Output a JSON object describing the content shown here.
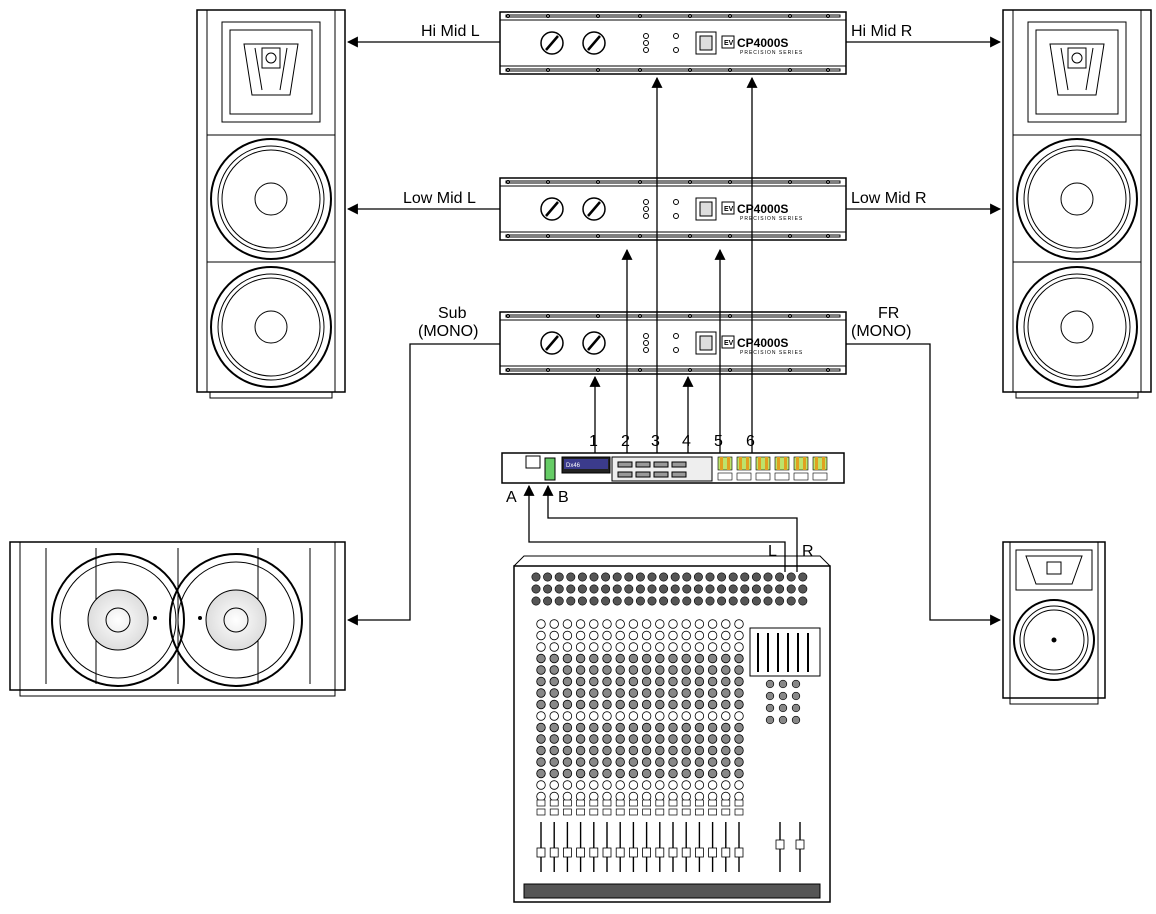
{
  "labels": {
    "hi_mid_l": "Hi Mid L",
    "hi_mid_r": "Hi Mid R",
    "low_mid_l": "Low Mid L",
    "low_mid_r": "Low Mid R",
    "sub_line1": "Sub",
    "sub_line2": "(MONO)",
    "fr_line1": "FR",
    "fr_line2": "(MONO)",
    "input_a": "A",
    "input_b": "B",
    "mixer_l": "L",
    "mixer_r": "R"
  },
  "channels": [
    "1",
    "2",
    "3",
    "4",
    "5",
    "6"
  ],
  "amplifiers": [
    {
      "model": "CP4000S",
      "series": "PRECISION SERIES",
      "logo": "EV"
    },
    {
      "model": "CP4000S",
      "series": "PRECISION SERIES",
      "logo": "EV"
    },
    {
      "model": "CP4000S",
      "series": "PRECISION SERIES",
      "logo": "EV"
    }
  ],
  "processor": {
    "name": "Dx46"
  },
  "icons": {
    "left_tower": "three-way-tower-speaker-icon",
    "right_tower": "three-way-tower-speaker-icon",
    "subwoofer": "dual-subwoofer-icon",
    "monitor": "full-range-monitor-icon",
    "mixer": "mixing-console-icon",
    "processor": "speaker-processor-icon"
  }
}
